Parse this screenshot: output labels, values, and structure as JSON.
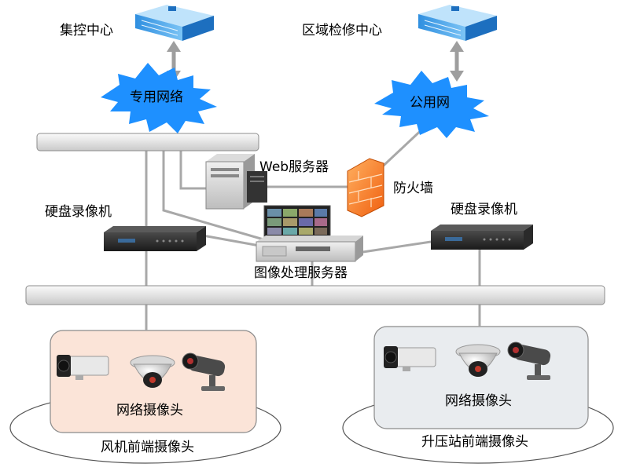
{
  "nodes": {
    "control_center": "集控中心",
    "regional_center": "区域检修中心",
    "private_network": "专用网络",
    "public_network": "公用网",
    "web_server": "Web服务器",
    "firewall": "防火墙",
    "dvr_left": "硬盘录像机",
    "dvr_right": "硬盘录像机",
    "image_server": "图像处理服务器",
    "ip_cam_left": "网络摄像头",
    "ip_cam_right": "网络摄像头",
    "turbine_cams": "风机前端摄像头",
    "substation_cams": "升压站前端摄像头"
  },
  "colors": {
    "cloud": "#1e90ff",
    "bus": "#e6e6e6",
    "link": "#a8a8a8",
    "arrow": "#9e9e9e",
    "firewall": "#ff7a1a",
    "left_box": "#fbe4d8",
    "right_box": "#e9ecef"
  }
}
